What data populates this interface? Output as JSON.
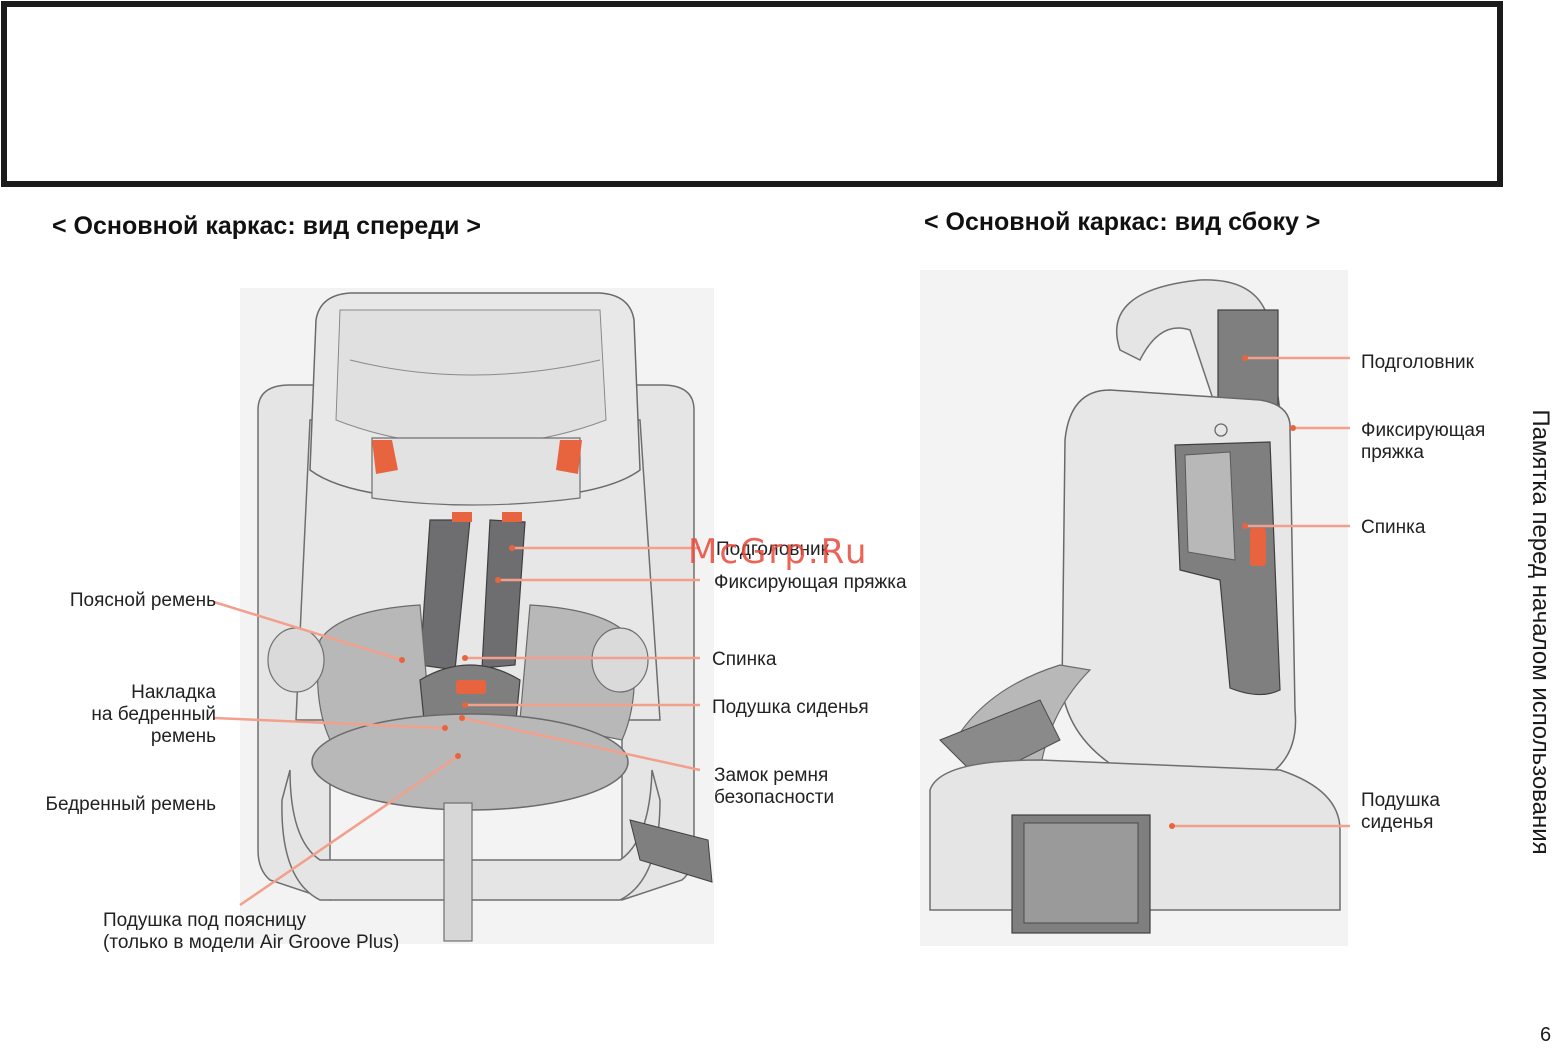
{
  "front_view": {
    "title": "< Основной каркас: вид спереди >",
    "labels": {
      "headrest": "Подголовник",
      "fixing_clip": "Фиксирующая пряжка",
      "backrest": "Спинка",
      "seat_cushion": "Подушка сиденья",
      "buckle": "Замок ремня безопасности",
      "buckle_line1": "Замок ремня",
      "buckle_line2": "безопасности",
      "shoulder_belt": "Поясной ремень",
      "lap_pad_line1": "Накладка",
      "lap_pad_line2": "на бедренный",
      "lap_pad_line3": "ремень",
      "lap_belt": "Бедренный ремень",
      "lumbar_line1": "Подушка под поясницу",
      "lumbar_line2": "(только в модели Air Groove Plus)"
    }
  },
  "side_view": {
    "title": "< Основной каркас: вид сбоку >",
    "labels": {
      "headrest": "Подголовник",
      "fixing_clip_line1": "Фиксирующая",
      "fixing_clip_line2": "пряжка",
      "backrest": "Спинка",
      "seat_cushion_line1": "Подушка",
      "seat_cushion_line2": "сиденья"
    }
  },
  "sidebar_text": "Памятка перед началом использования",
  "page_number": "6",
  "watermark": "McGrp.Ru",
  "colors": {
    "accent": "#e8643f",
    "leader_line": "#f2a08c",
    "seat_light": "#e4e3e3",
    "seat_mid": "#b9b8b8",
    "seat_dark": "#7f7f80"
  }
}
